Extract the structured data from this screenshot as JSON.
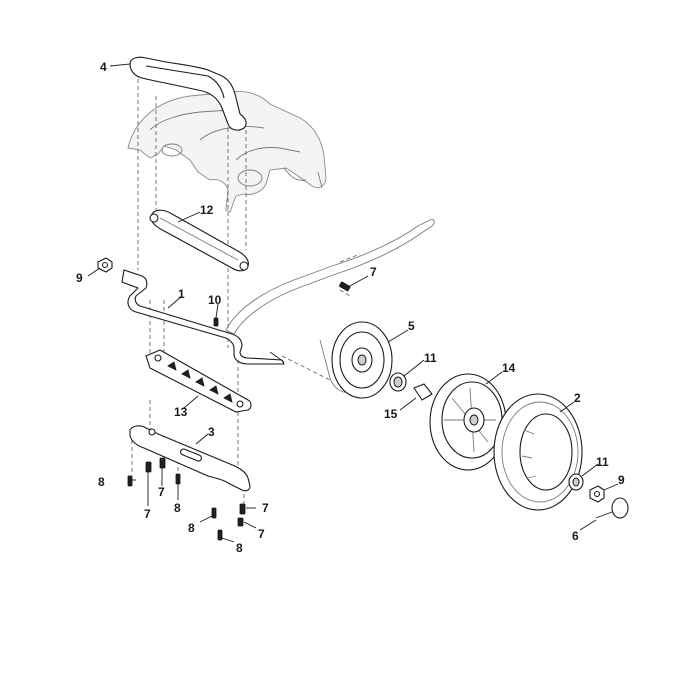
{
  "callouts": {
    "c1": "1",
    "c2": "2",
    "c3": "3",
    "c4": "4",
    "c5": "5",
    "c6": "6",
    "c7a": "7",
    "c7b": "7",
    "c7c": "7",
    "c7d": "7",
    "c7e": "7",
    "c8a": "8",
    "c8b": "8",
    "c8c": "8",
    "c8d": "8",
    "c9a": "9",
    "c9b": "9",
    "c10": "10",
    "c11a": "11",
    "c11b": "11",
    "c12": "12",
    "c13": "13",
    "c14": "14",
    "c15": "15"
  }
}
